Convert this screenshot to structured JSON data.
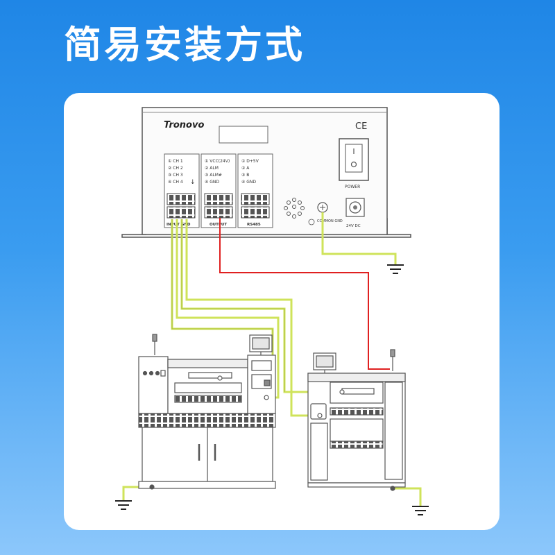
{
  "title": "简易安装方式",
  "controller": {
    "brand": "Tronovo",
    "ce_mark": "CE",
    "input_block": {
      "pins": [
        "① CH 1",
        "② CH 2",
        "③ CH 3",
        "④ CH 4"
      ],
      "label": "INPUT GND"
    },
    "output_block": {
      "pins": [
        "① VCC(24V)",
        "② ALM",
        "③ ALM#",
        "④ GND"
      ],
      "label": "OUTPUT"
    },
    "rs485_block": {
      "pins": [
        "① D+5V",
        "② A",
        "③ B",
        "④ GND"
      ],
      "label": "RS485"
    },
    "power_label": "POWER",
    "common_gnd_label": "COMMON GND",
    "dc_label": "24V DC"
  },
  "colors": {
    "ground_wire": "#cfe35a",
    "alarm_wire": "#e02020",
    "outline": "#444444",
    "background_top": "#1f86e6",
    "card": "#ffffff"
  }
}
